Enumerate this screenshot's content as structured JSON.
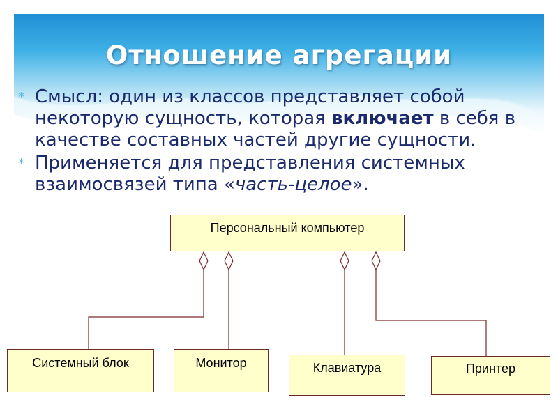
{
  "slide": {
    "title": "Отношение агрегации",
    "bullets": [
      {
        "mark": "*",
        "parts": [
          {
            "text": "Смысл: один из классов представляет собой некоторую сущность, которая ",
            "style": "normal"
          },
          {
            "text": "включает",
            "style": "bold"
          },
          {
            "text": " в себя в качестве составных частей другие сущности.",
            "style": "normal"
          }
        ]
      },
      {
        "mark": "*",
        "parts": [
          {
            "text": "Применяется для представления системных взаимосвязей типа «",
            "style": "normal"
          },
          {
            "text": "часть-целое",
            "style": "italic"
          },
          {
            "text": "».",
            "style": "normal"
          }
        ]
      }
    ]
  },
  "diagram": {
    "whole": {
      "label": "Персональный компьютер"
    },
    "parts": [
      {
        "label": "Системный блок"
      },
      {
        "label": "Монитор"
      },
      {
        "label": "Клавиатура"
      },
      {
        "label": "Принтер"
      }
    ]
  },
  "colors": {
    "banner_top": "#29a6e0",
    "banner_bottom": "#bfe6f7",
    "text": "#1a2a6c",
    "bullet_mark": "#5ab8d8",
    "box_fill": "#ffffcc",
    "box_border": "#6a2a2a",
    "connector": "#7a2a2a"
  }
}
